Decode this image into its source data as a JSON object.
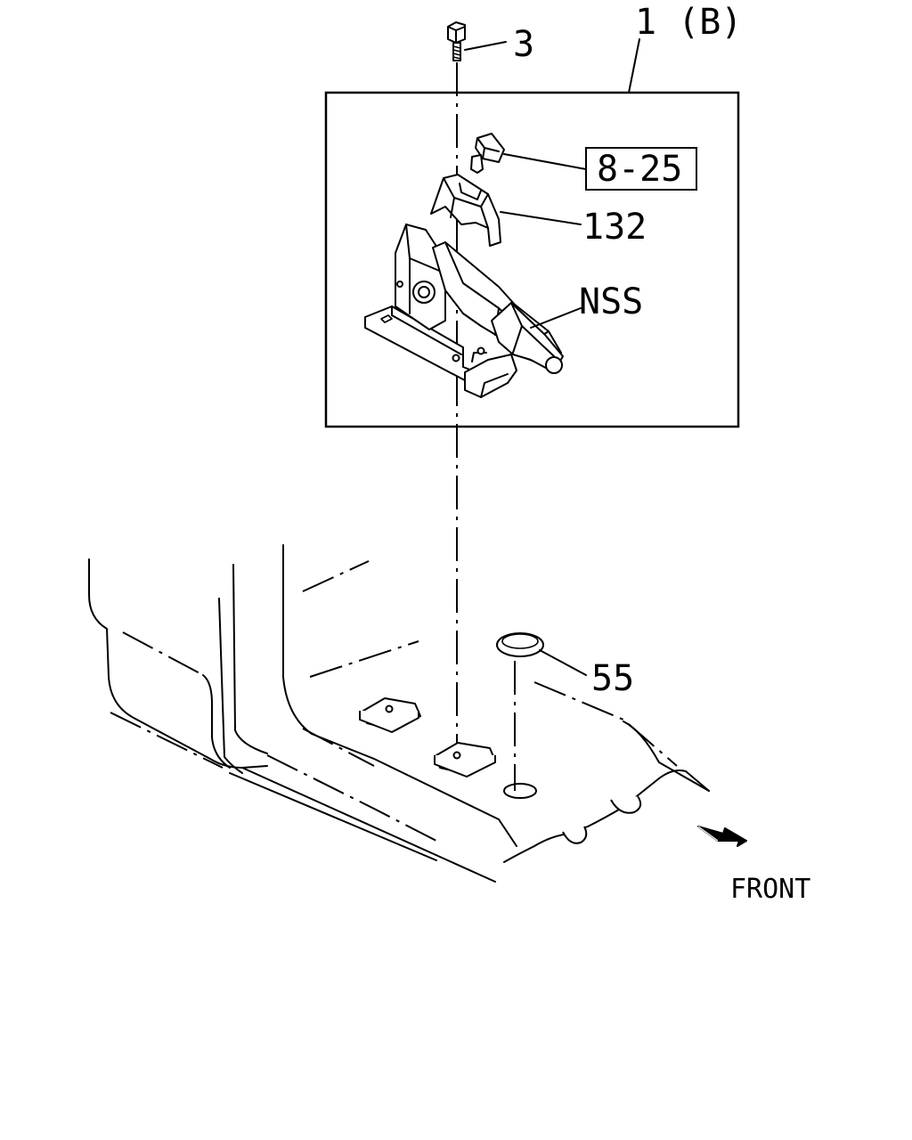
{
  "labels": {
    "assembly": "1 (B)",
    "bolt": "3",
    "ref_box": "8-25",
    "cover": "132",
    "nss": "NSS",
    "plug": "55",
    "front": "FRONT"
  }
}
